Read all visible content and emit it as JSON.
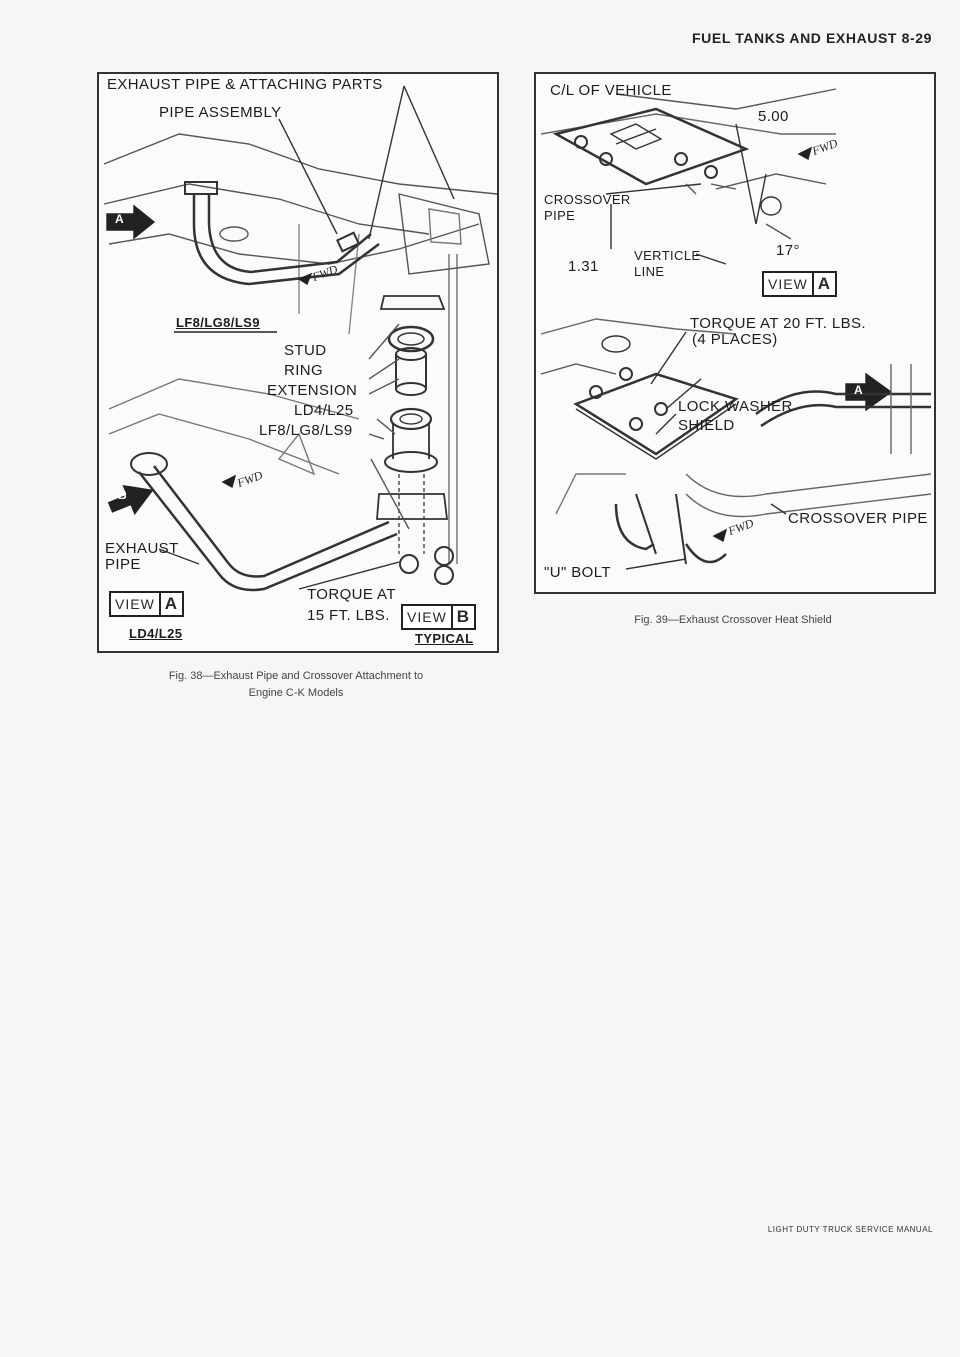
{
  "page_header": "FUEL TANKS AND EXHAUST 8-29",
  "figure38": {
    "title": "EXHAUST PIPE & ATTACHING PARTS",
    "labels": {
      "pipe_assembly": "PIPE ASSEMBLY",
      "lf8": "LF8/LG8/LS9",
      "stud": "STUD",
      "ring": "RING",
      "extension": "EXTENSION",
      "ld4_l25": "LD4/L25",
      "lf8_2": "LF8/LG8/LS9",
      "exhaust_pipe": "EXHAUST PIPE",
      "torque": "TORQUE AT",
      "torque_value": "15 FT. LBS.",
      "view_a": "VIEW",
      "view_a_letter": "A",
      "view_b": "VIEW",
      "view_b_letter": "B",
      "ld4_bottom": "LD4/L25",
      "typical": "TYPICAL",
      "fwd": "FWD",
      "marker_a": "A",
      "marker_b": "B"
    },
    "caption_line1": "Fig. 38—Exhaust Pipe and Crossover Attachment to",
    "caption_line2": "Engine C-K Models"
  },
  "figure39": {
    "labels": {
      "cl_vehicle": "C/L OF VEHICLE",
      "dim_500": "5.00",
      "crossover_pipe": "CROSSOVER PIPE",
      "dim_131": "1.31",
      "verticle_line": "VERTICLE LINE",
      "angle": "17°",
      "view": "VIEW",
      "view_letter": "A",
      "torque": "TORQUE AT 20 FT. LBS.",
      "places": "(4 PLACES)",
      "lock_washer": "LOCK WASHER",
      "shield": "SHIELD",
      "crossover_pipe_2": "CROSSOVER PIPE",
      "u_bolt": "\"U\" BOLT",
      "fwd": "FWD",
      "marker_a": "A"
    },
    "caption": "Fig. 39—Exhaust Crossover Heat Shield"
  },
  "footer": "LIGHT DUTY TRUCK SERVICE MANUAL"
}
